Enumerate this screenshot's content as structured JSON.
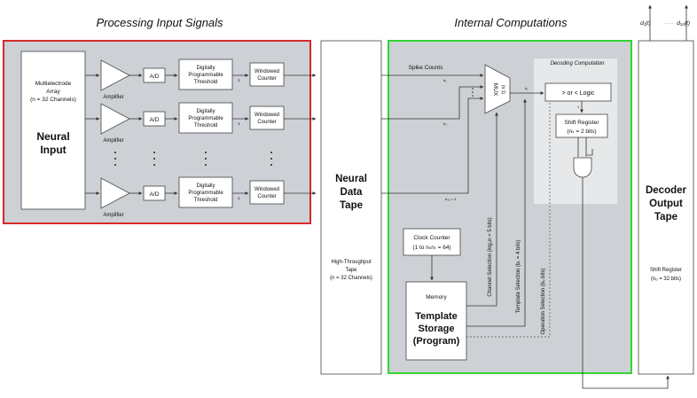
{
  "sections": {
    "processing_title": "Processing Input Signals",
    "internal_title": "Internal Computations",
    "decoding_title": "Decoding Computation"
  },
  "neural_input": {
    "array_label_1": "Multielectrode",
    "array_label_2": "Array",
    "array_label_3": "(n = 32 Channels)",
    "title_1": "Neural",
    "title_2": "Input"
  },
  "pipeline": {
    "amplifier": "Amplifier",
    "ad": "A/D",
    "threshold_1": "Digitally",
    "threshold_2": "Programmable",
    "threshold_3": "Threshold",
    "counter_1": "Windowed",
    "counter_2": "Counter",
    "bit_label": "1"
  },
  "tape": {
    "title_1": "Neural",
    "title_2": "Data",
    "title_3": "Tape",
    "sub_1": "High-Throughput",
    "sub_2": "Tape",
    "sub_3": "(n = 32 Channels)"
  },
  "internal": {
    "spike_counts": "Spike Counts",
    "b1": "b₁",
    "b2": "b₂",
    "b32": "b₃₂ × 4",
    "mux": "MUX",
    "mux_sub": "(n:1)",
    "bj": "bⱼ",
    "logic": "> or < Logic",
    "shift_1": "Shift Register",
    "shift_2": "(nₛ = 2 bits)",
    "clock_1": "Clock Counter",
    "clock_2": "(1 to nₛnₜ = 64)",
    "memory": "Memory",
    "template_1": "Template",
    "template_2": "Storage",
    "template_3": "(Program)",
    "channel_sel": "Channel Selection (log₂n = 5 bits)",
    "template_sel": "Template Selection (bₜ = 4 bits)",
    "operation_sel": "Operation Selection (bₒ bits)",
    "bit_1": "1"
  },
  "output": {
    "d1": "d₁(t)",
    "dots": "·  ·  ·",
    "d32": "d₃₂(t)",
    "title_1": "Decoder",
    "title_2": "Output",
    "title_3": "Tape",
    "sub_1": "Shift Register",
    "sub_2": "(nₒ = 32 bits)"
  },
  "colors": {
    "red_frame": "#d42a2a",
    "green_frame": "#33d433",
    "panel_fill": "#cdd1d5",
    "inner_panel": "#e6e8ea"
  }
}
